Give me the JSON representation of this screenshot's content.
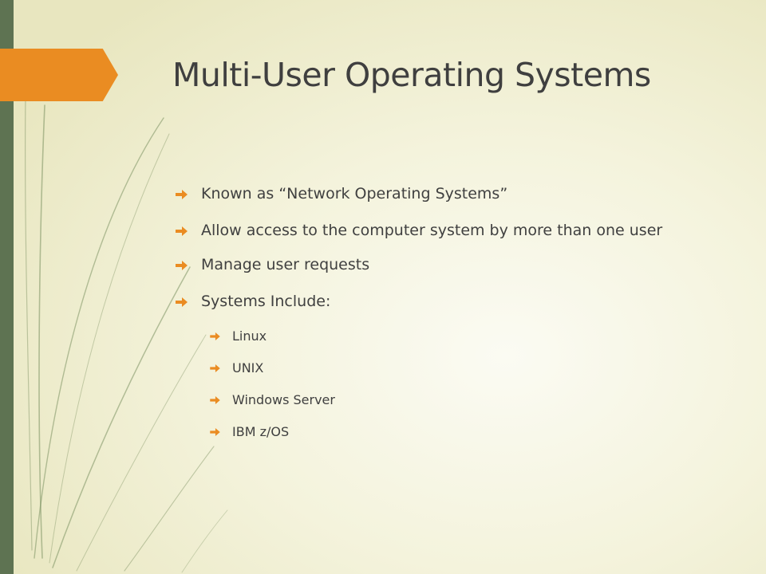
{
  "slide": {
    "title": "Multi-User Operating Systems",
    "colors": {
      "sidebar": "#5e7352",
      "accent": "#ea8c22",
      "text": "#404040",
      "background": "#f4f3dc"
    },
    "bullet_icon": "arrow-right-icon",
    "bullets": [
      {
        "text": "Known as “Network Operating Systems”"
      },
      {
        "text": "Allow access to the computer system by more than one user"
      },
      {
        "text": "Manage user requests"
      },
      {
        "text": "Systems Include:"
      }
    ],
    "sub_bullets": [
      {
        "text": "Linux"
      },
      {
        "text": "UNIX"
      },
      {
        "text": "Windows Server"
      },
      {
        "text": "IBM z/OS"
      }
    ]
  }
}
